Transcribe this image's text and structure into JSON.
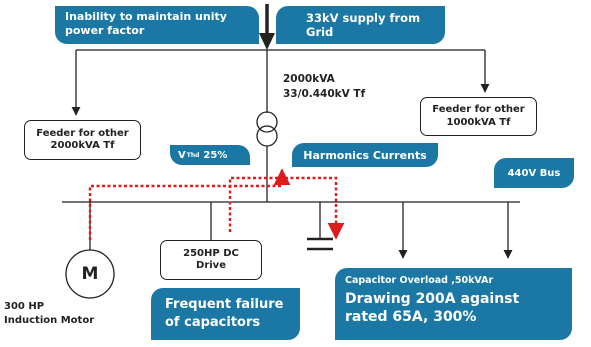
{
  "callouts": {
    "unity_pf": [
      "Inability to maintain unity",
      "power factor"
    ],
    "grid_supply": "33kV supply from Grid",
    "harmonics": "Harmonics Currents",
    "bus": "440V Bus",
    "frequent_failure": [
      "Frequent failure",
      "of capacitors"
    ],
    "capacitor_title": "Capacitor Overload ,50kVAr",
    "capacitor_detail": [
      "Drawing 200A against",
      "rated 65A, 300%"
    ],
    "vthd": {
      "base": "V",
      "sub": "Thd",
      "value": "25%"
    }
  },
  "transformer": [
    "2000kVA",
    "33/0.440kV Tf"
  ],
  "feeders": {
    "left": [
      "Feeder for other",
      "2000kVA Tf"
    ],
    "right": [
      "Feeder for other",
      "1000kVA Tf"
    ]
  },
  "loads": {
    "dc_drive": [
      "250HP DC",
      "Drive"
    ],
    "motor_symbol": "M",
    "motor_label": [
      "300 HP",
      "Induction Motor"
    ]
  },
  "colors": {
    "callout": "#1b78a5",
    "harmonic_path": "#dd1c1c",
    "line": "#222222"
  }
}
